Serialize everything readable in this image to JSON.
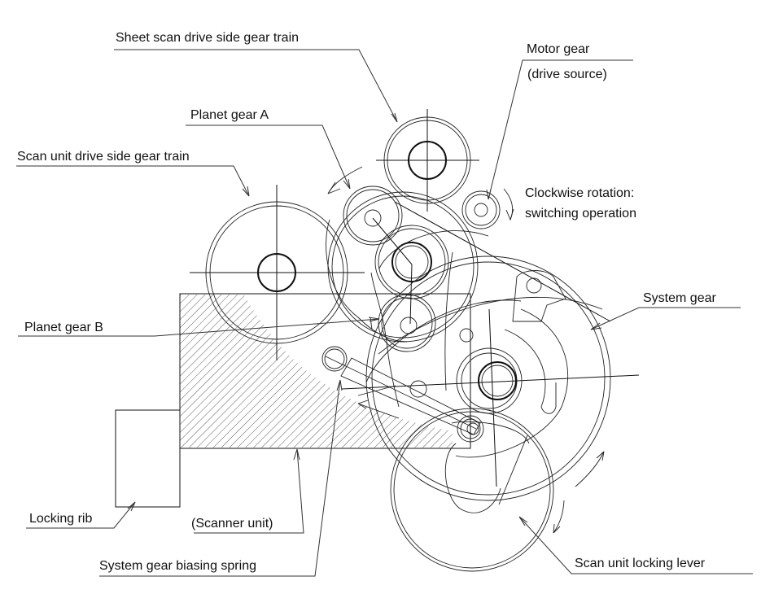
{
  "diagram": {
    "type": "mechanical gear train schematic",
    "labels": {
      "sheet_scan_train": "Sheet scan drive side gear train",
      "motor_gear_line1": "Motor gear",
      "motor_gear_line2": "(drive source)",
      "planet_gear_a": "Planet gear A",
      "scan_unit_train": "Scan unit drive side gear train",
      "clockwise_line1": "Clockwise rotation:",
      "clockwise_line2": "switching operation",
      "system_gear": "System gear",
      "planet_gear_b": "Planet gear B",
      "locking_rib": "Locking rib",
      "scanner_unit": "(Scanner unit)",
      "biasing_spring": "System gear biasing spring",
      "locking_lever": "Scan unit locking lever"
    },
    "colors": {
      "line": "#111111",
      "background": "#ffffff"
    }
  }
}
